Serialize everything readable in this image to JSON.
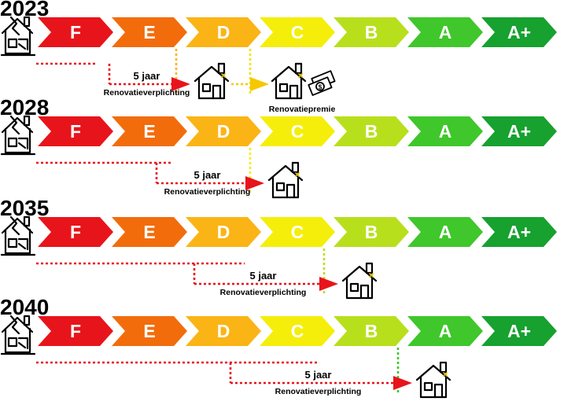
{
  "labels": [
    "F",
    "E",
    "D",
    "C",
    "B",
    "A",
    "A+"
  ],
  "colors": [
    "#e8141b",
    "#f26c0c",
    "#fbb415",
    "#f5ee0b",
    "#b8df1c",
    "#3fc72b",
    "#17a12f"
  ],
  "rows": [
    {
      "year": "2023",
      "duration": "5 jaar",
      "obligation": "Renovatieverplichting",
      "start_label": "F",
      "target_label": "D",
      "bonus_label": "C",
      "bonus_text": "Renovatiepremie"
    },
    {
      "year": "2028",
      "duration": "5 jaar",
      "obligation": "Renovatieverplichting",
      "start_label": "E",
      "target_label": "C"
    },
    {
      "year": "2035",
      "duration": "5 jaar",
      "obligation": "Renovatieverplichting",
      "start_label": "D",
      "target_label": "B"
    },
    {
      "year": "2040",
      "duration": "5 jaar",
      "obligation": "Renovatieverplichting",
      "start_label": "C",
      "target_label": "A"
    }
  ],
  "icons": {
    "old_house": "damaged-house-icon",
    "new_house": "house-icon",
    "bonus": "money-bills-icon"
  }
}
